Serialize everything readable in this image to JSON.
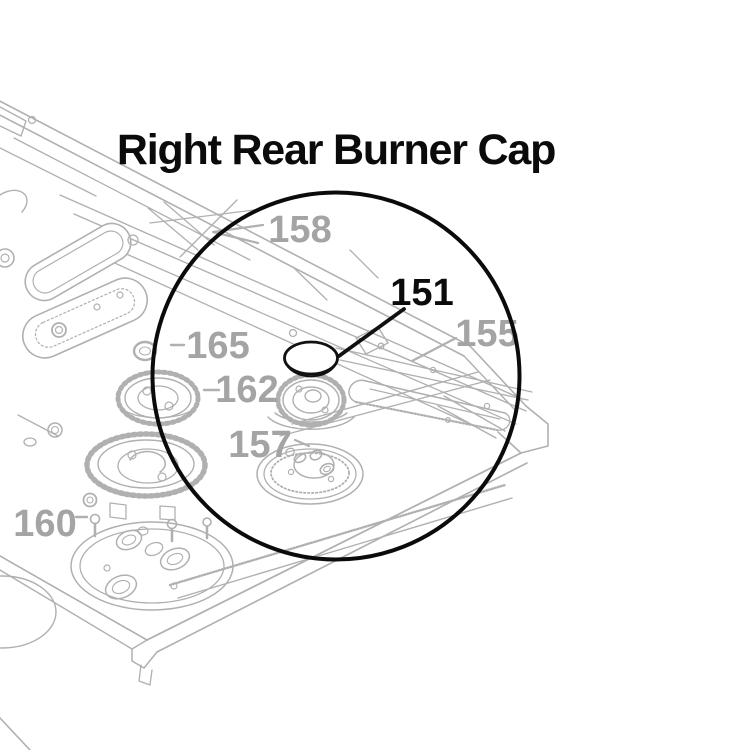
{
  "title": "Right Rear Burner Cap",
  "callout": {
    "highlighted_part": "151",
    "shape": "circle"
  },
  "colors": {
    "background": "#ffffff",
    "artwork_gray": "#b0b0b0",
    "label_gray": "#a4a4a4",
    "emphasis_black": "#0b0b0b"
  },
  "labels": {
    "l151": {
      "text": "151",
      "emphasized": true
    },
    "l155": {
      "text": "155",
      "emphasized": false
    },
    "l157": {
      "text": "157",
      "emphasized": false
    },
    "l158": {
      "text": "158",
      "emphasized": false
    },
    "l160": {
      "text": "160",
      "emphasized": false
    },
    "l162": {
      "text": "162",
      "emphasized": false
    },
    "l165": {
      "text": "165",
      "emphasized": false
    }
  }
}
